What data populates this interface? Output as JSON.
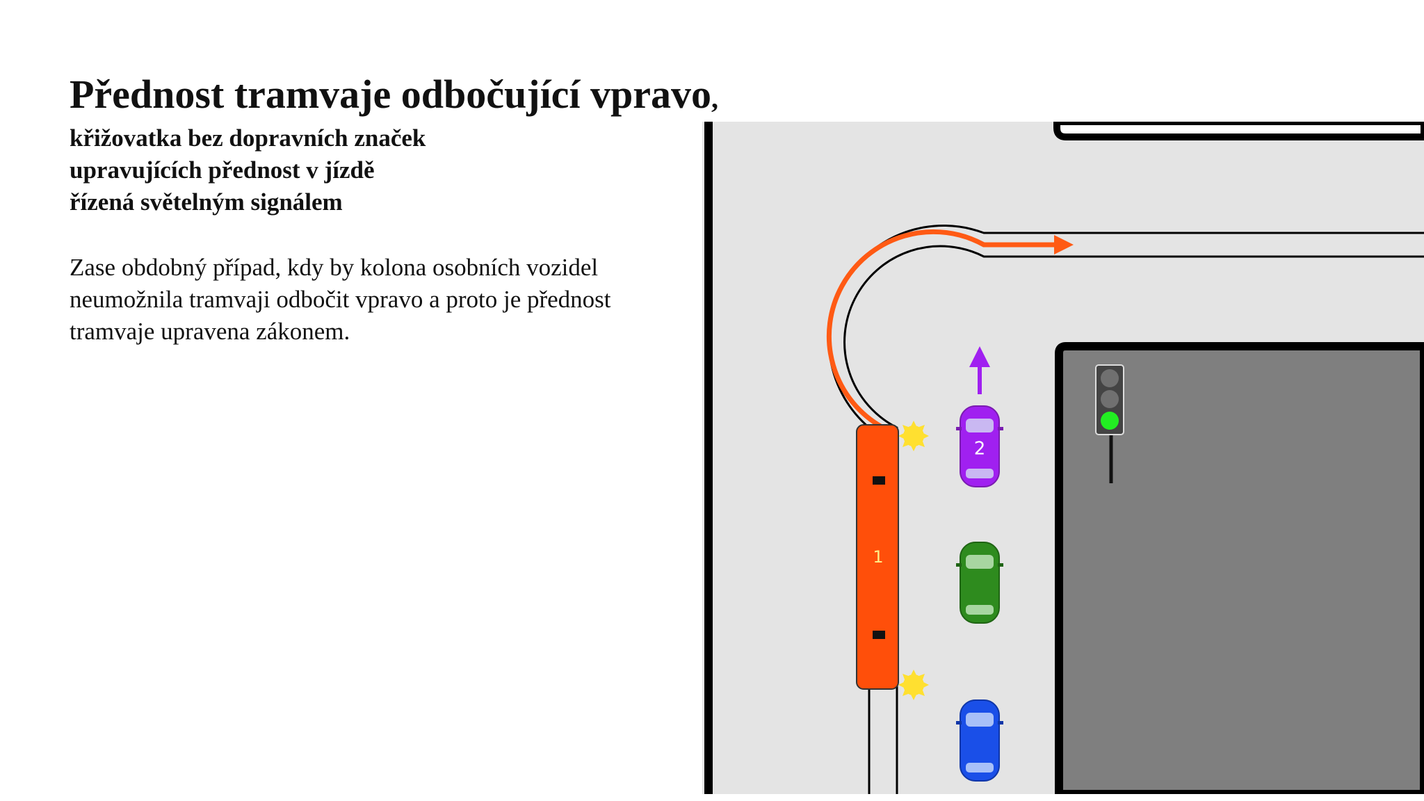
{
  "slide": {
    "title": "Přednost tramvaje odbočující vpravo",
    "title_comma": ",",
    "subtitle_lines": [
      "křižovatka bez dopravních značek",
      "upravujících přednost v jízdě",
      "řízená světelným signálem"
    ],
    "body_lines": [
      "Zase obdobný případ, kdy by kolona osobních vozidel",
      "neumožnila tramvaji odbočit vpravo a proto je přednost",
      "tramvaje upravena zákonem."
    ]
  },
  "diagram": {
    "tram": {
      "label": "1",
      "color": "#ff4f0a",
      "turn": "right",
      "signal": "right-indicator"
    },
    "vehicles": [
      {
        "label": "2",
        "color": "#a020f0",
        "direction": "straight"
      },
      {
        "label": "",
        "color": "#2e8b1e"
      },
      {
        "label": "",
        "color": "#1a4fe8"
      }
    ],
    "traffic_light": {
      "state": "green",
      "active_color": "#22ee22"
    },
    "colors": {
      "road": "#e4e4e4",
      "block": "#7f7f7f",
      "tram_path_arrow": "#ff5a14",
      "car2_arrow": "#a020f0",
      "curb": "#000000"
    }
  }
}
